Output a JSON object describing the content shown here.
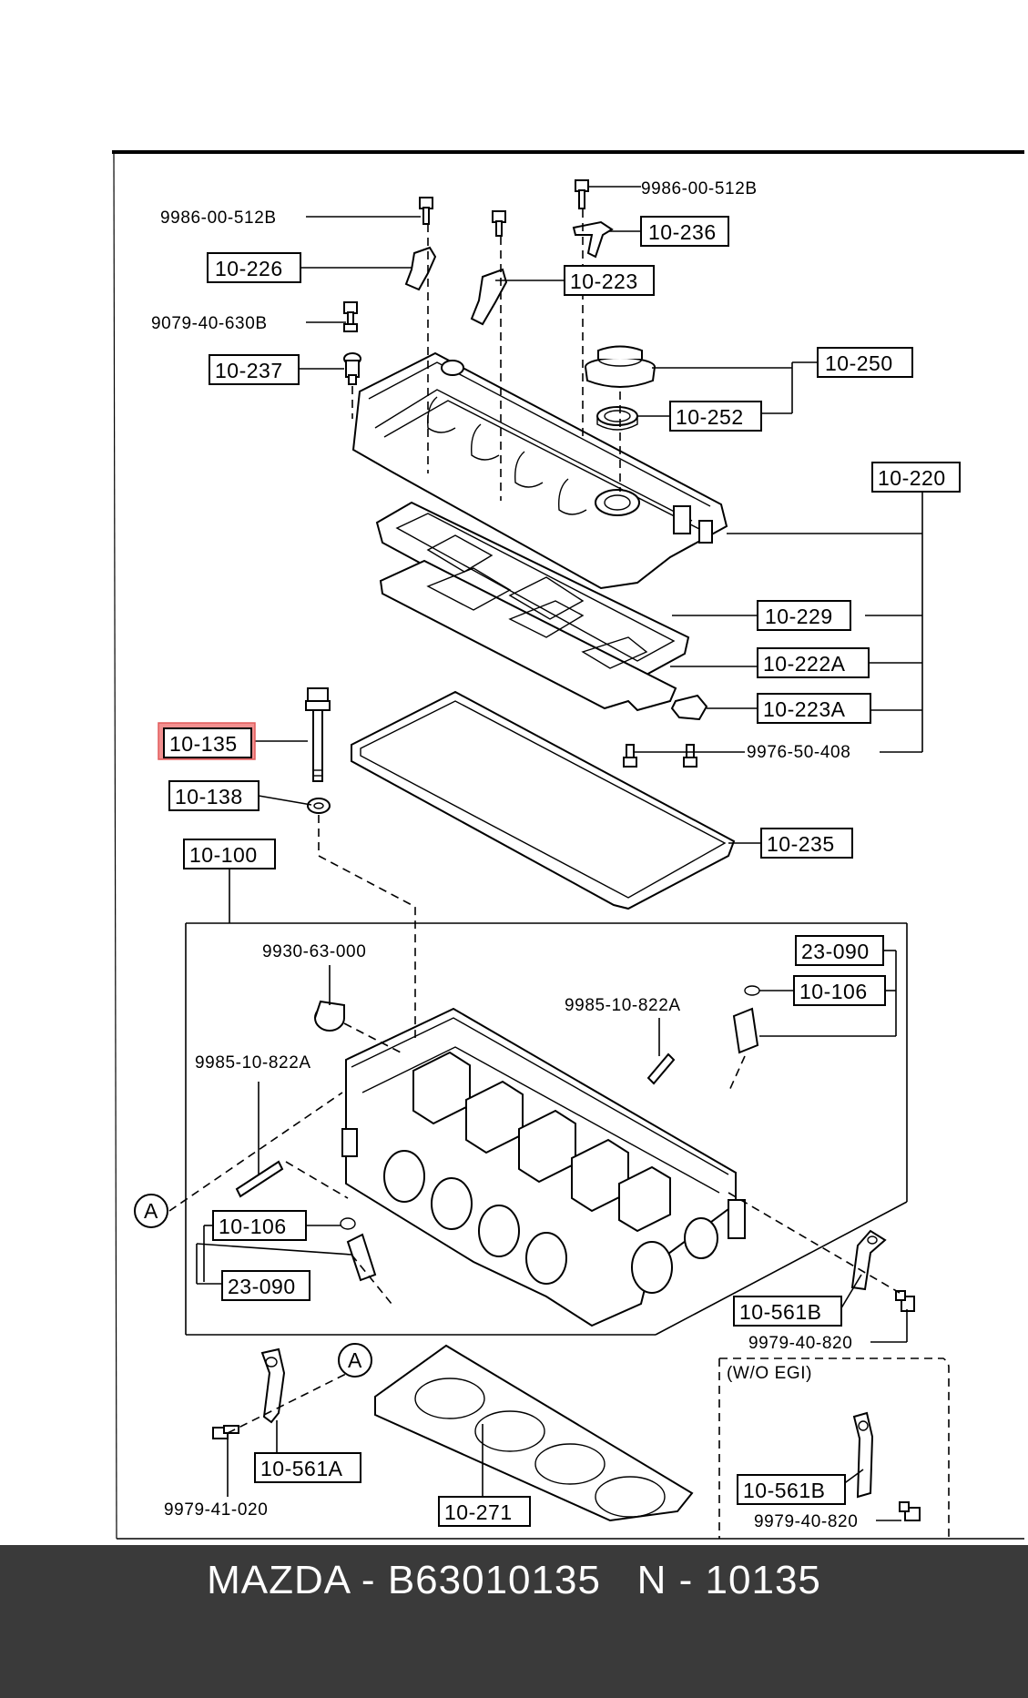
{
  "diagram": {
    "labels": {
      "p_9986_a": "9986-00-512B",
      "p_9986_b": "9986-00-512B",
      "p_10_236": "10-236",
      "p_10_226": "10-226",
      "p_10_223": "10-223",
      "p_9079": "9079-40-630B",
      "p_10_237": "10-237",
      "p_10_250": "10-250",
      "p_10_252": "10-252",
      "p_10_220": "10-220",
      "p_10_229": "10-229",
      "p_10_222a": "10-222A",
      "p_10_223a": "10-223A",
      "p_10_135": "10-135",
      "p_9976": "9976-50-408",
      "p_10_138": "10-138",
      "p_10_235": "10-235",
      "p_10_100": "10-100",
      "p_9930": "9930-63-000",
      "p_23_090_a": "23-090",
      "p_10_106_a": "10-106",
      "p_9985_a": "9985-10-822A",
      "p_9985_b": "9985-10-822A",
      "p_circle_a1": "A",
      "p_10_106_b": "10-106",
      "p_23_090_b": "23-090",
      "p_10_561b_a": "10-561B",
      "p_9979_40_a": "9979-40-820",
      "p_circle_a2": "A",
      "p_wo_egi": "(W/O EGI)",
      "p_10_561a": "10-561A",
      "p_10_271": "10-271",
      "p_10_561b_b": "10-561B",
      "p_9979_41": "9979-41-020",
      "p_9979_40_b": "9979-40-820"
    },
    "highlight_color": "#f28b8b"
  },
  "footer": {
    "brand": "MAZDA",
    "separator": "-",
    "part_number": "B63010135",
    "catalog_prefix": "N",
    "catalog_number": "10135"
  }
}
